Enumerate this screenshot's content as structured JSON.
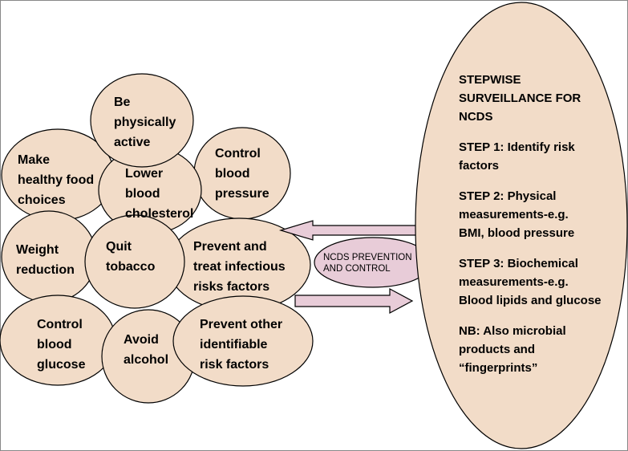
{
  "colors": {
    "bubble_fill": "#f2dcc8",
    "stroke": "#000000",
    "oval_fill": "#f2dcc8",
    "center_fill": "#e8ccd8",
    "arrow_fill": "#e8ccd8"
  },
  "bubbles": [
    {
      "id": "physically-active",
      "lines": [
        "Be",
        "physically",
        "active"
      ]
    },
    {
      "id": "healthy-food",
      "lines": [
        "Make",
        "healthy food",
        "choices"
      ]
    },
    {
      "id": "control-bp",
      "lines": [
        "Control",
        "blood",
        "pressure"
      ]
    },
    {
      "id": "lower-cholesterol",
      "lines": [
        "Lower",
        "blood",
        "cholesterol"
      ]
    },
    {
      "id": "weight-reduction",
      "lines": [
        "Weight",
        "reduction"
      ]
    },
    {
      "id": "quit-tobacco",
      "lines": [
        "Quit",
        "tobacco"
      ]
    },
    {
      "id": "prevent-infectious",
      "lines": [
        "Prevent and",
        "treat infectious",
        "risks factors"
      ]
    },
    {
      "id": "control-glucose",
      "lines": [
        "Control",
        "blood",
        "glucose"
      ]
    },
    {
      "id": "avoid-alcohol",
      "lines": [
        "Avoid",
        "alcohol"
      ]
    },
    {
      "id": "prevent-other",
      "lines": [
        "Prevent other",
        "identifiable",
        "risk factors"
      ]
    }
  ],
  "center": {
    "lines": [
      "NCDS PREVENTION",
      "AND CONTROL"
    ]
  },
  "stepwise": {
    "title_lines": [
      "STEPWISE",
      "SURVEILLANCE FOR",
      "NCDS"
    ],
    "step1_lines": [
      "STEP 1: Identify risk",
      "factors"
    ],
    "step2_lines": [
      "STEP 2:  Physical",
      "measurements-e.g.",
      "BMI, blood pressure"
    ],
    "step3_lines": [
      "STEP 3: Biochemical",
      "measurements-e.g.",
      "Blood lipids and glucose"
    ],
    "nb_lines": [
      "NB: Also microbial",
      "products and",
      "“fingerprints”"
    ]
  }
}
